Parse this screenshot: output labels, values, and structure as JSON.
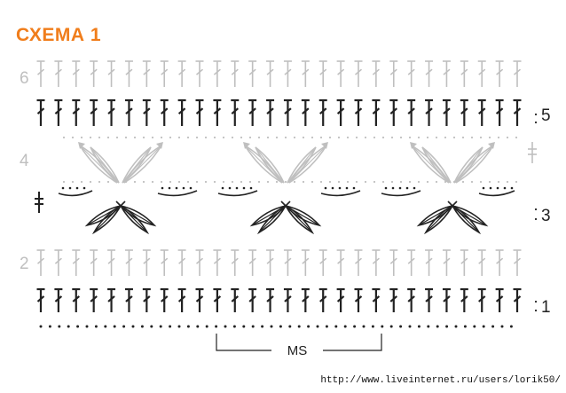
{
  "title": "СХЕМА 1",
  "repeat_label": "MS",
  "watermark_url": "http://www.liveinternet.ru/users/lorik50/",
  "colors": {
    "title": "#f07d1b",
    "dark_stitches": "#222222",
    "light_stitches": "#bfbfbf"
  },
  "legend_rows": [
    {
      "number": "1",
      "stitch": "double-crochet",
      "color": "dark"
    },
    {
      "number": "2",
      "stitch": "double-crochet",
      "color": "light"
    },
    {
      "number": "3",
      "stitch": "chain-and-leaf-clusters",
      "color": "dark"
    },
    {
      "number": "4",
      "stitch": "chain-and-leaf-clusters",
      "color": "light"
    },
    {
      "number": "5",
      "stitch": "double-crochet",
      "color": "dark"
    },
    {
      "number": "6",
      "stitch": "double-crochet",
      "color": "light"
    }
  ]
}
